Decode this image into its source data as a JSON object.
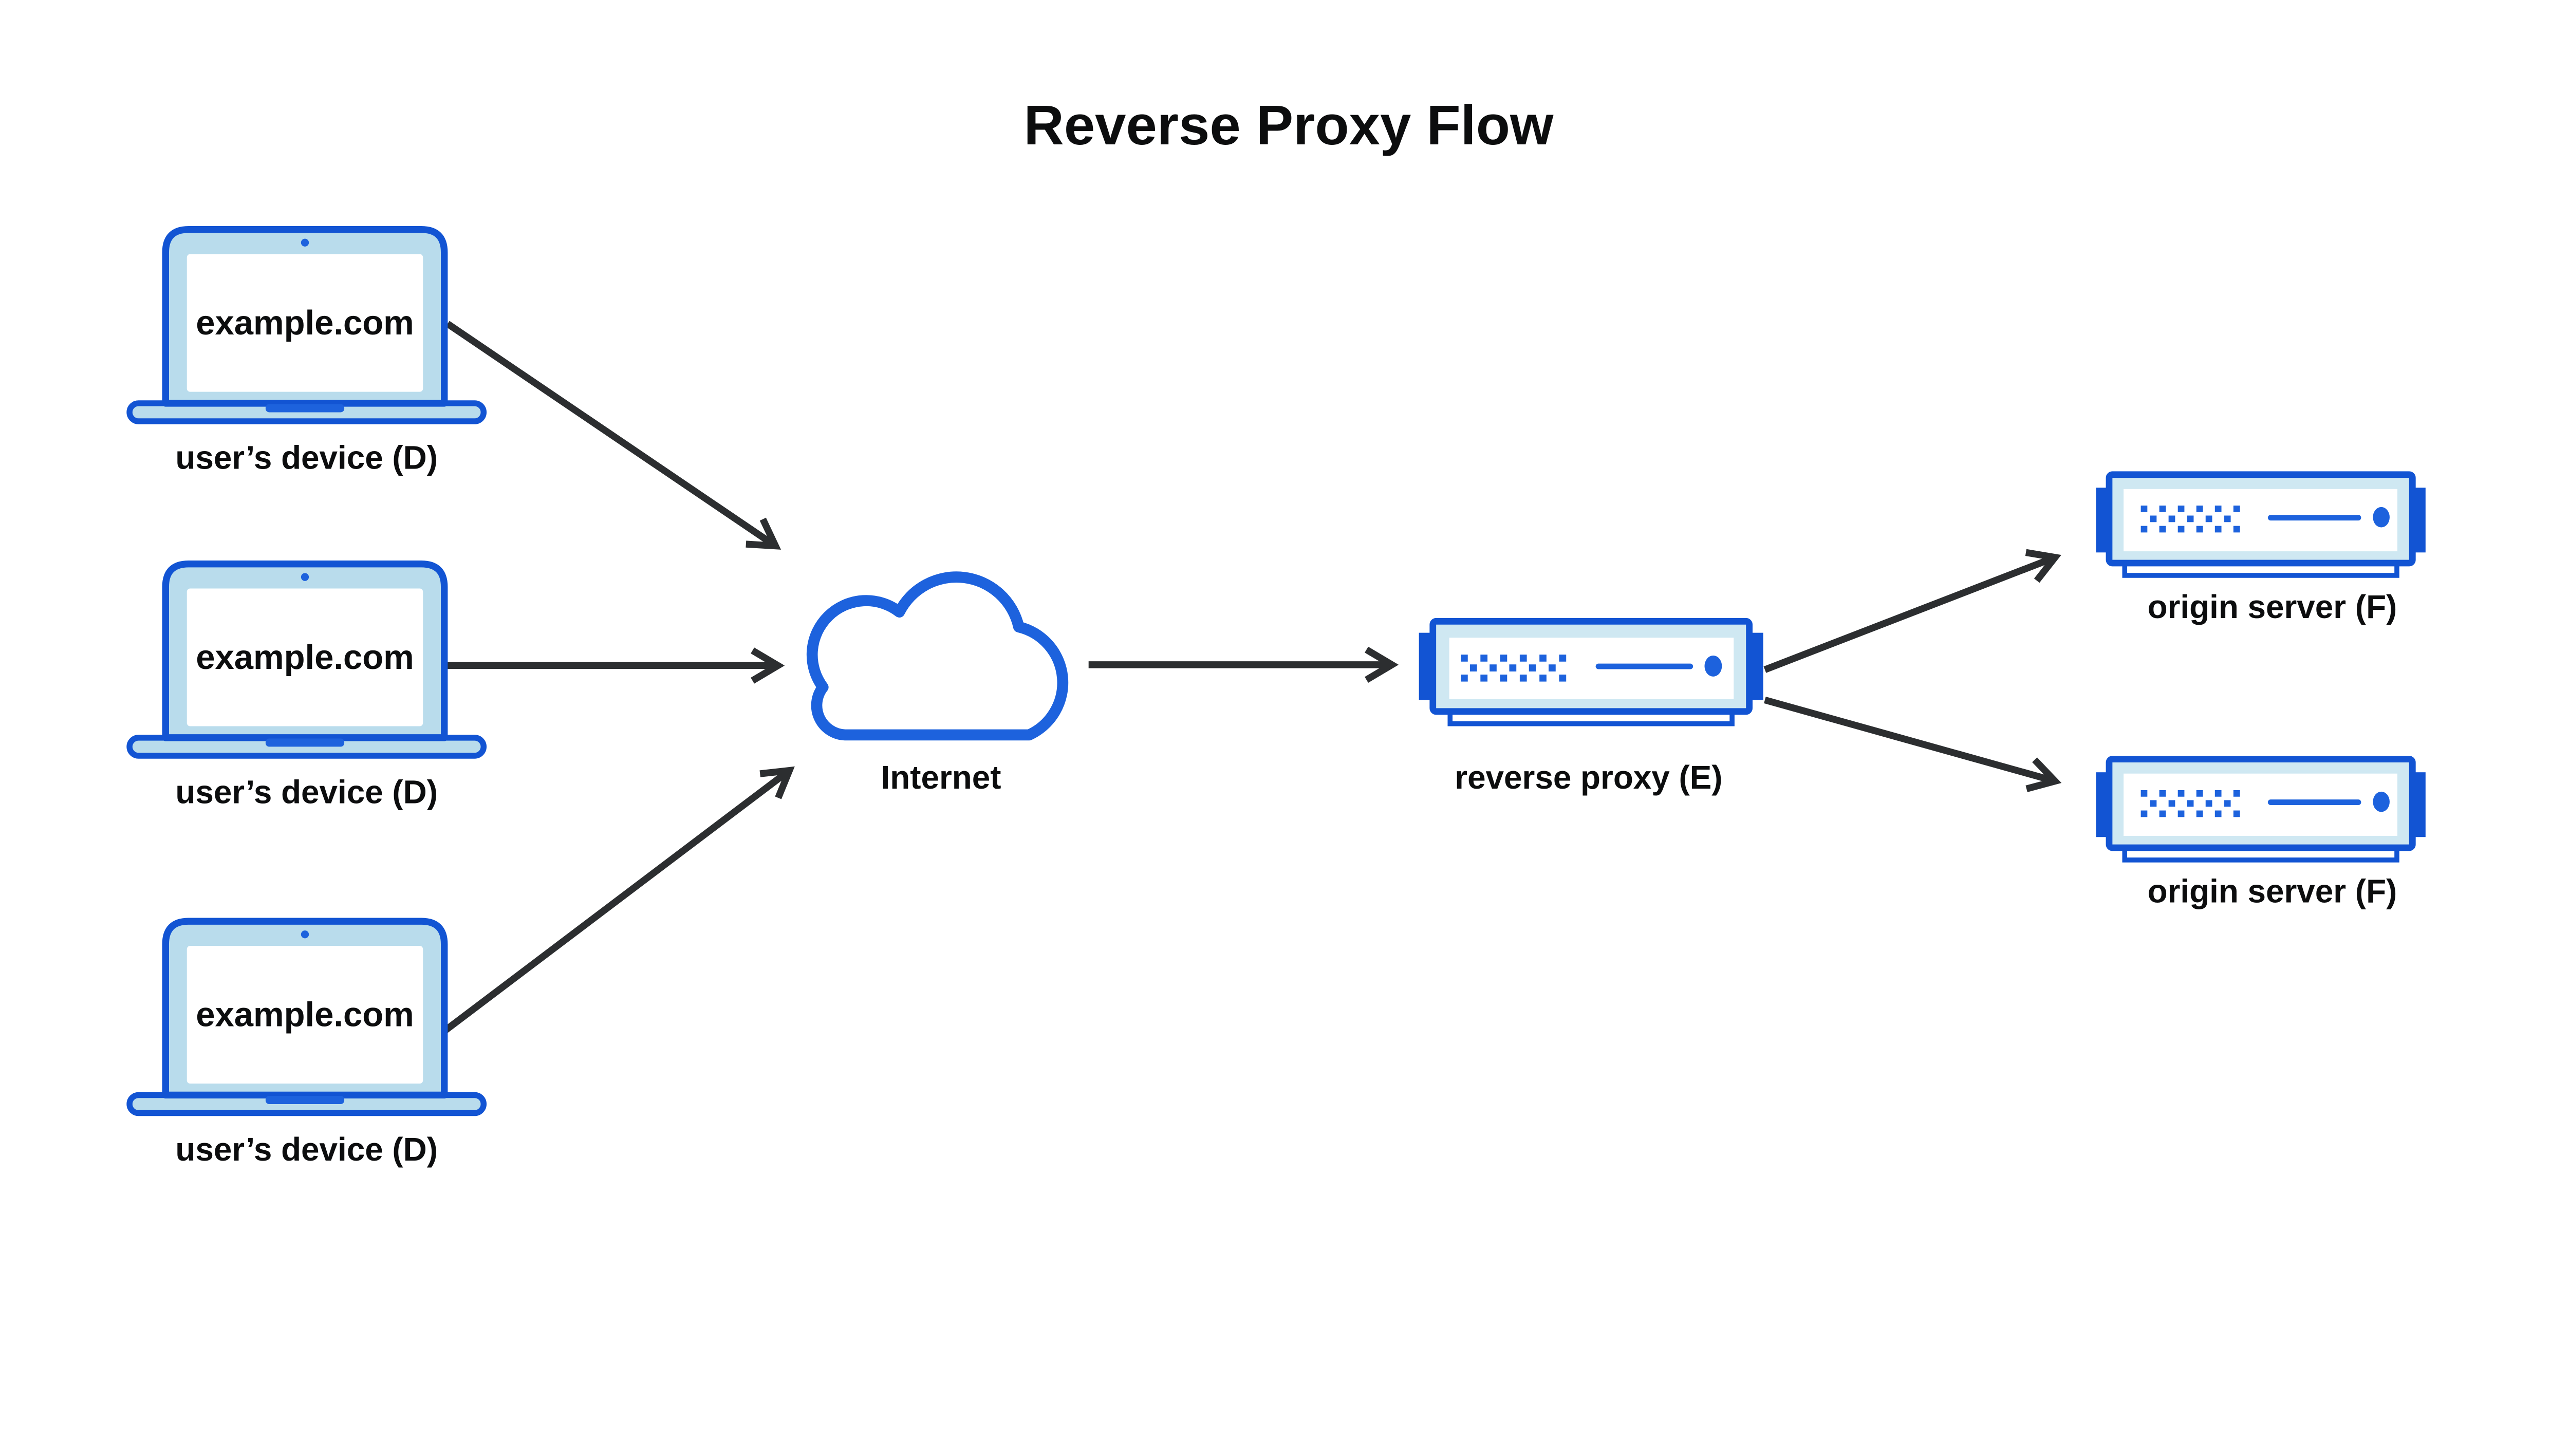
{
  "title": "Reverse Proxy Flow",
  "devices": [
    {
      "icon": "laptop-icon",
      "screen_text": "example.com",
      "label": "user’s device (D)"
    },
    {
      "icon": "laptop-icon",
      "screen_text": "example.com",
      "label": "user’s device (D)"
    },
    {
      "icon": "laptop-icon",
      "screen_text": "example.com",
      "label": "user’s device (D)"
    }
  ],
  "internet": {
    "icon": "cloud-icon",
    "label": "Internet"
  },
  "reverse_proxy": {
    "icon": "server-icon",
    "label": "reverse proxy (E)"
  },
  "origin_servers": [
    {
      "icon": "server-icon",
      "label": "origin server (F)"
    },
    {
      "icon": "server-icon",
      "label": "origin server (F)"
    }
  ],
  "colors": {
    "primary_blue": "#1254d3",
    "bright_blue": "#1d62dd",
    "laptop_bezel": "#b9dcec",
    "server_frame": "#cfe8f2",
    "panel_white": "#ffffff",
    "arrow_gray": "#2c2e30",
    "ink": "#0c0d0e",
    "bg": "#ffffff"
  }
}
